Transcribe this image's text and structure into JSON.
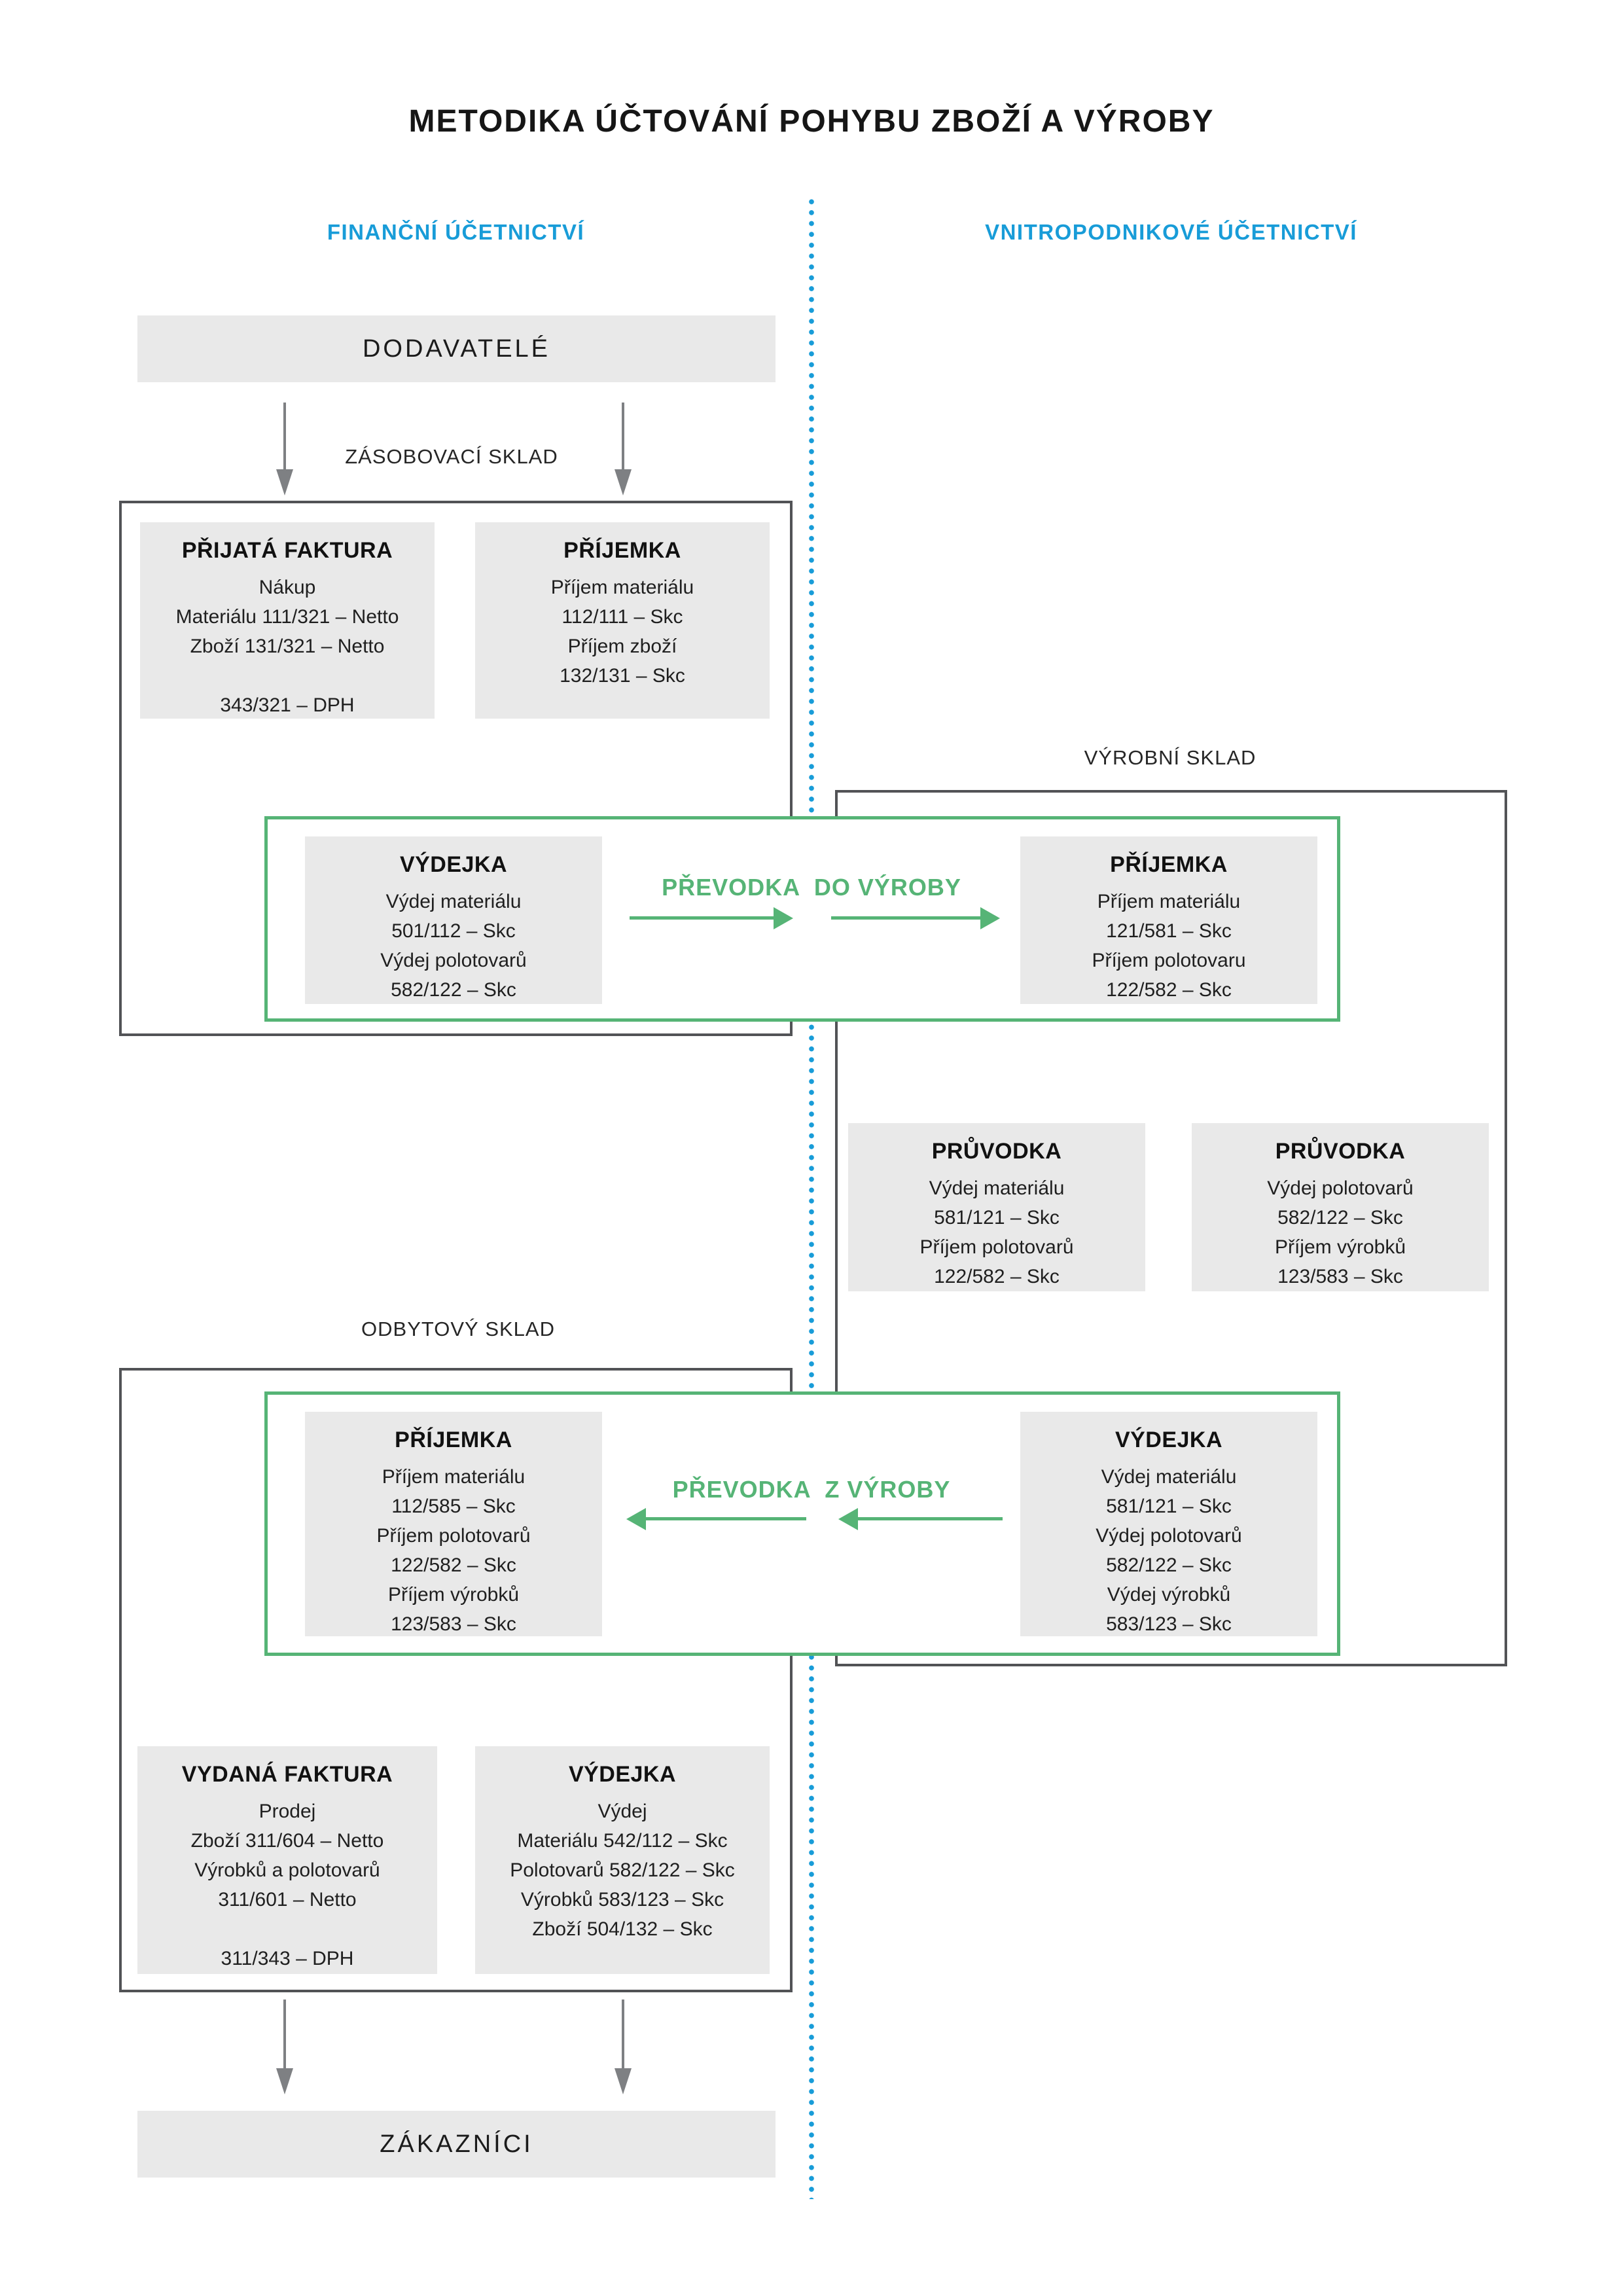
{
  "title": "METODIKA ÚČTOVÁNÍ POHYBU ZBOŽÍ A VÝROBY",
  "columns": {
    "left_header": "FINANČNÍ ÚČETNICTVÍ",
    "right_header": "VNITROPODNIKOVÉ ÚČETNICTVÍ"
  },
  "endpoints": {
    "suppliers": "DODAVATELÉ",
    "customers": "ZÁKAZNÍCI"
  },
  "zone_labels": {
    "supply_warehouse": "ZÁSOBOVACÍ SKLAD",
    "production_warehouse": "VÝROBNÍ SKLAD",
    "sales_warehouse": "ODBYTOVÝ SKLAD"
  },
  "transfer_labels": {
    "to_production": "PŘEVODKA  DO VÝROBY",
    "from_production": "PŘEVODKA  Z VÝROBY"
  },
  "panels": {
    "prijata_faktura": {
      "title": "PŘIJATÁ FAKTURA",
      "lines": [
        "Nákup",
        "Materiálu 111/321 – Netto",
        "Zboží 131/321 – Netto",
        "",
        "343/321 – DPH"
      ]
    },
    "prijemka_sklad": {
      "title": "PŘÍJEMKA",
      "lines": [
        "Příjem materiálu",
        "112/111 – Skc",
        "Příjem zboží",
        "132/131 – Skc"
      ]
    },
    "vydejka_do_vyroby": {
      "title": "VÝDEJKA",
      "lines": [
        "Výdej materiálu",
        "501/112 – Skc",
        "Výdej polotovarů",
        "582/122 – Skc"
      ]
    },
    "prijemka_vyroba": {
      "title": "PŘÍJEMKA",
      "lines": [
        "Příjem materiálu",
        "121/581 – Skc",
        "Příjem polotovaru",
        "122/582 – Skc"
      ]
    },
    "pruvodka_1": {
      "title": "PRŮVODKA",
      "lines": [
        "Výdej materiálu",
        "581/121 – Skc",
        "Příjem polotovarů",
        "122/582 – Skc"
      ]
    },
    "pruvodka_2": {
      "title": "PRŮVODKA",
      "lines": [
        "Výdej polotovarů",
        "582/122 – Skc",
        "Příjem výrobků",
        "123/583 – Skc"
      ]
    },
    "prijemka_odbyt": {
      "title": "PŘÍJEMKA",
      "lines": [
        "Příjem materiálu",
        "112/585 – Skc",
        "Příjem polotovarů",
        "122/582 – Skc",
        "Příjem výrobků",
        "123/583 – Skc"
      ]
    },
    "vydejka_z_vyroby": {
      "title": "VÝDEJKA",
      "lines": [
        "Výdej materiálu",
        "581/121 – Skc",
        "Výdej polotovarů",
        "582/122 – Skc",
        "Výdej výrobků",
        "583/123 – Skc"
      ]
    },
    "vydana_faktura": {
      "title": "VYDANÁ FAKTURA",
      "lines": [
        "Prodej",
        "Zboží 311/604 – Netto",
        "Výrobků a polotovarů",
        "311/601 – Netto",
        "",
        "311/343 – DPH"
      ]
    },
    "vydejka_prodej": {
      "title": "VÝDEJKA",
      "lines": [
        "Výdej",
        "Materiálu 542/112 – Skc",
        "Polotovarů 582/122 – Skc",
        "Výrobků 583/123 – Skc",
        "Zboží 504/132 – Skc"
      ]
    }
  },
  "colors": {
    "accent_blue": "#189CD8",
    "accent_green": "#56B476",
    "panel_gray": "#E9E9E9",
    "border_dark": "#525356",
    "arrow_gray": "#7E8083",
    "text_dark": "#1F1F1F"
  }
}
